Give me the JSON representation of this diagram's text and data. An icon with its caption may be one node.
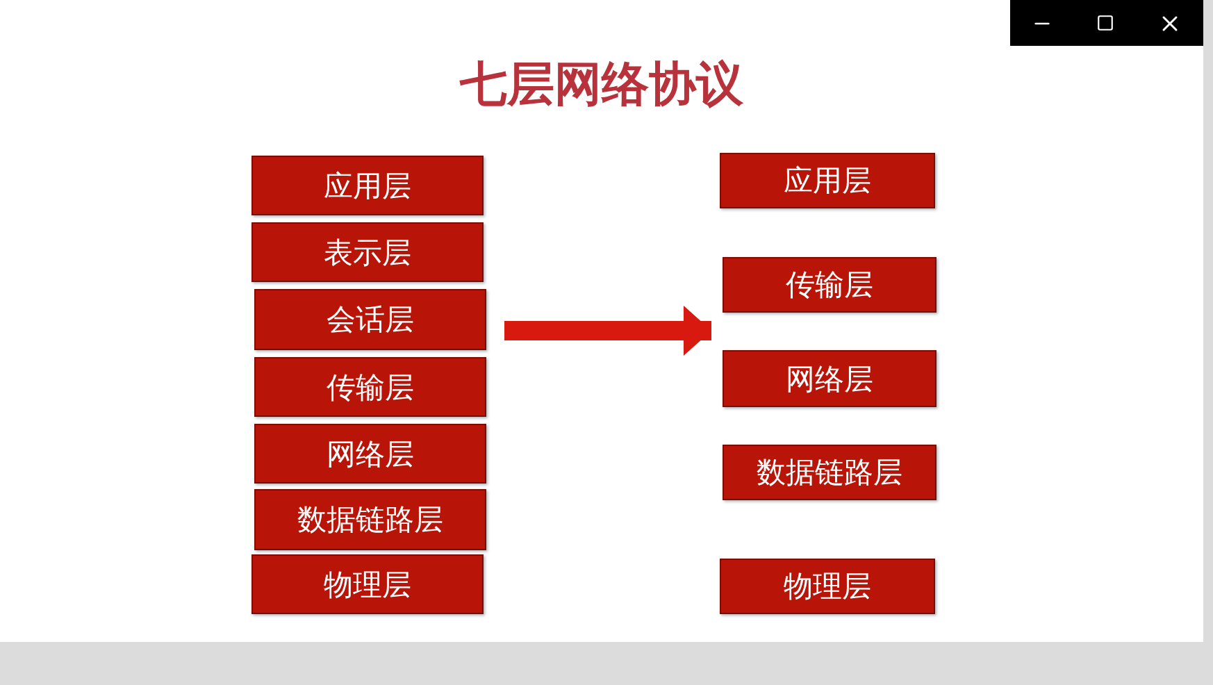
{
  "diagram": {
    "title": "七层网络协议",
    "nodes": [
      {
        "text": [
          "应用层"
        ]
      },
      {
        "text": [
          "表示层"
        ]
      },
      {
        "text": [
          "会话层"
        ]
      },
      {
        "text": [
          "传输层"
        ]
      },
      {
        "text": [
          "网络层"
        ]
      },
      {
        "text": [
          "数据链路层"
        ]
      },
      {
        "text": [
          "物理层"
        ]
      },
      {
        "text": [
          "应用层"
        ]
      },
      {
        "text": [
          "传输层"
        ]
      },
      {
        "text": [
          "网络层"
        ]
      },
      {
        "text": [
          "数据链路层"
        ]
      },
      {
        "text": [
          "物理层"
        ]
      }
    ],
    "edges": [
      {
        "from": 2,
        "to": 8,
        "arrow": "to"
      }
    ]
  }
}
